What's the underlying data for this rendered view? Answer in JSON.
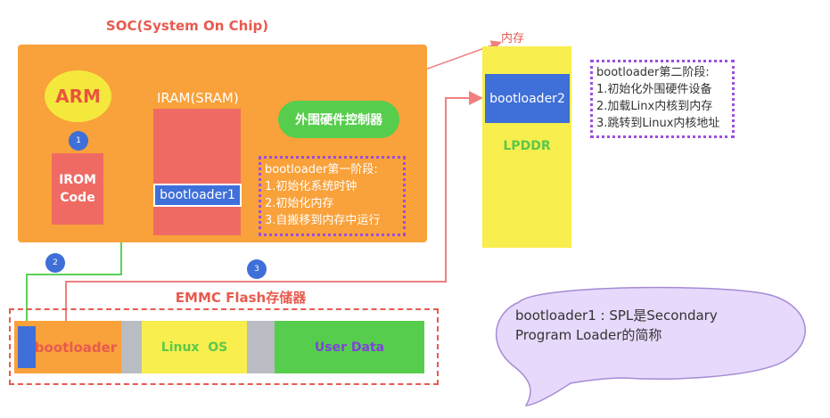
{
  "soc": {
    "title": "SOC(System On Chip)",
    "arm": "ARM",
    "irom_line1": "IROM",
    "irom_line2": "Code",
    "iram_label": "IRAM(SRAM)",
    "bootloader1": "bootloader1",
    "controller": "外围硬件控制器",
    "stage1": {
      "title": "bootloader第一阶段:",
      "items": [
        "1.初始化系统时钟",
        "2.初始化内存",
        "3.自搬移到内存中运行"
      ]
    }
  },
  "steps": [
    "1",
    "2",
    "3"
  ],
  "memory": {
    "label": "内存",
    "bootloader2": "bootloader2",
    "lpddr": "LPDDR"
  },
  "stage2": {
    "title": "bootloader第二阶段:",
    "items": [
      "1.初始化外围硬件设备",
      "2.加载Linx内核到内存",
      "3.跳转到Linux内核地址"
    ]
  },
  "emmc": {
    "title": "EMMC Flash存储器",
    "bootloader": "bootloader",
    "linux": "Linux  OS",
    "userdata": "User Data"
  },
  "bubble": {
    "line1": "bootloader1 : SPL是Secondary",
    "line2": "Program Loader的简称"
  },
  "colors": {
    "soc_bg": "#f9a13a",
    "red_box": "#f06a64",
    "blue_box": "#3f6fd8",
    "yellow": "#f8ee4d",
    "green": "#56cd4c",
    "purple_dots": "#9b4fe0",
    "bubble_fill": "#e6d9fb",
    "title_red": "#e85a4f"
  }
}
